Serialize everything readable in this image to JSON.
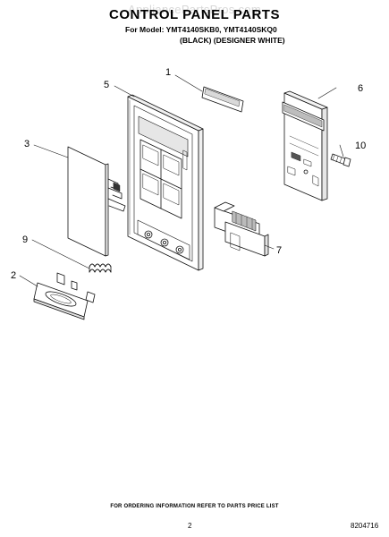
{
  "header": {
    "watermark": "AppliancePartsPros.com",
    "title": "CONTROL PANEL PARTS",
    "model_line": "For Model: YMT4140SKB0, YMT4140SKQ0",
    "variant_line": "(BLACK)   (DESIGNER WHITE)"
  },
  "callouts": [
    "1",
    "2",
    "3",
    "5",
    "6",
    "7",
    "9",
    "10"
  ],
  "footer": {
    "ordering_note": "FOR ORDERING INFORMATION REFER TO PARTS PRICE LIST",
    "page_number": "2",
    "doc_code": "8204716"
  }
}
